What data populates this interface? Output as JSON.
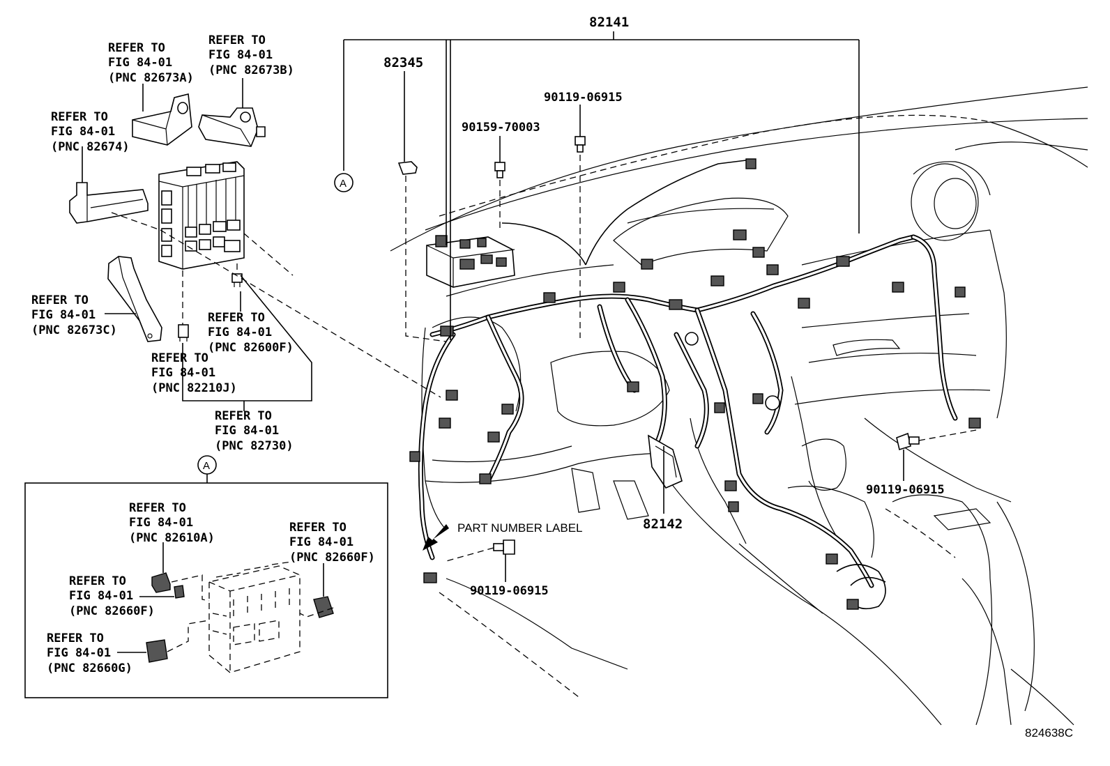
{
  "labels": {
    "p82141": "82141",
    "p82345": "82345",
    "p82142": "82142",
    "p90159": "90159-70003",
    "p90119_a": "90119-06915",
    "p90119_b": "90119-06915",
    "p90119_c": "90119-06915",
    "part_number_label": "PART NUMBER LABEL",
    "diagram_code": "824638C",
    "callout": "A"
  },
  "refs": {
    "r82673A": [
      "REFER TO",
      "FIG 84-01",
      "(PNC 82673A)"
    ],
    "r82673B": [
      "REFER TO",
      "FIG 84-01",
      "(PNC 82673B)"
    ],
    "r82674": [
      "REFER TO",
      "FIG 84-01",
      "(PNC 82674)"
    ],
    "r82673C": [
      "REFER TO",
      "FIG 84-01",
      "(PNC 82673C)"
    ],
    "r82600F": [
      "REFER TO",
      "FIG 84-01",
      "(PNC 82600F)"
    ],
    "r82210J": [
      "REFER TO",
      "FIG 84-01",
      "(PNC 82210J)"
    ],
    "r82730": [
      "REFER TO",
      "FIG 84-01",
      "(PNC 82730)"
    ],
    "r82610A": [
      "REFER TO",
      "FIG 84-01",
      "(PNC 82610A)"
    ],
    "r82660F_a": [
      "REFER TO",
      "FIG 84-01",
      "(PNC 82660F)"
    ],
    "r82660F_b": [
      "REFER TO",
      "FIG 84-01",
      "(PNC 82660F)"
    ],
    "r82660G": [
      "REFER TO",
      "FIG 84-01",
      "(PNC 82660G)"
    ]
  }
}
